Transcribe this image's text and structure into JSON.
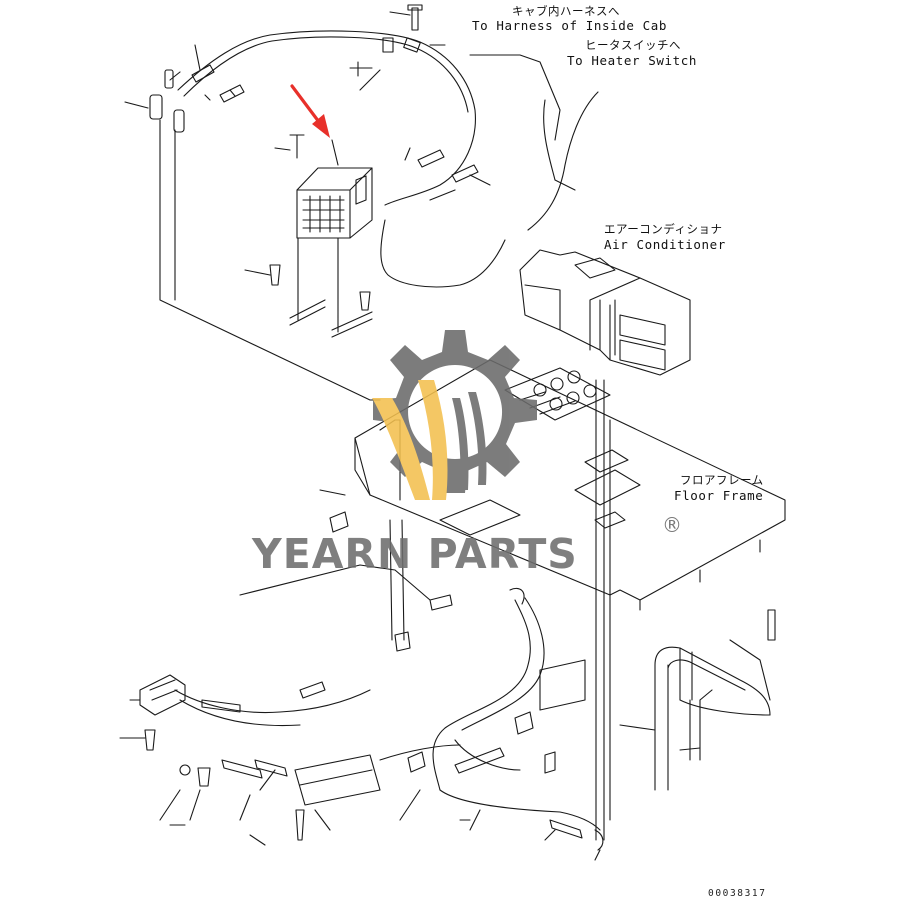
{
  "labels": {
    "harness_jp": "キャブ内ハーネスへ",
    "harness_en": "To Harness of Inside Cab",
    "heater_jp": "ヒータスイッチへ",
    "heater_en": "To Heater Switch",
    "aircon_jp": "エアーコンディショナ",
    "aircon_en": "Air Conditioner",
    "floor_jp": "フロアフレーム",
    "floor_en": "Floor Frame"
  },
  "watermark": {
    "brand": "YEARN PARTS",
    "registered_mark": "®",
    "logo_colors": {
      "gear": "#6b6b6b",
      "blade": "#f3c04f"
    }
  },
  "drawing_number": "00038317",
  "colors": {
    "line": "#1a1a1a",
    "arrow": "#e8302a",
    "background": "#ffffff"
  }
}
